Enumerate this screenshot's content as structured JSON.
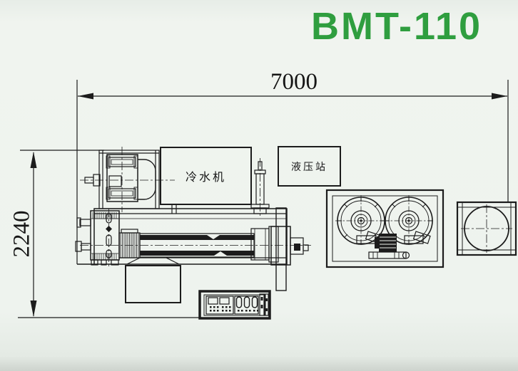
{
  "title": {
    "text": "BMT-110",
    "color": "#2f9e3f"
  },
  "dimensions": {
    "width_mm": "7000",
    "height_mm": "2240"
  },
  "labels": {
    "chiller": "冷水机",
    "hydraulic_station": "液压站"
  },
  "colors": {
    "background": "#eef2ed",
    "line": "#1c1c1c",
    "title_green": "#2f9e3f"
  }
}
